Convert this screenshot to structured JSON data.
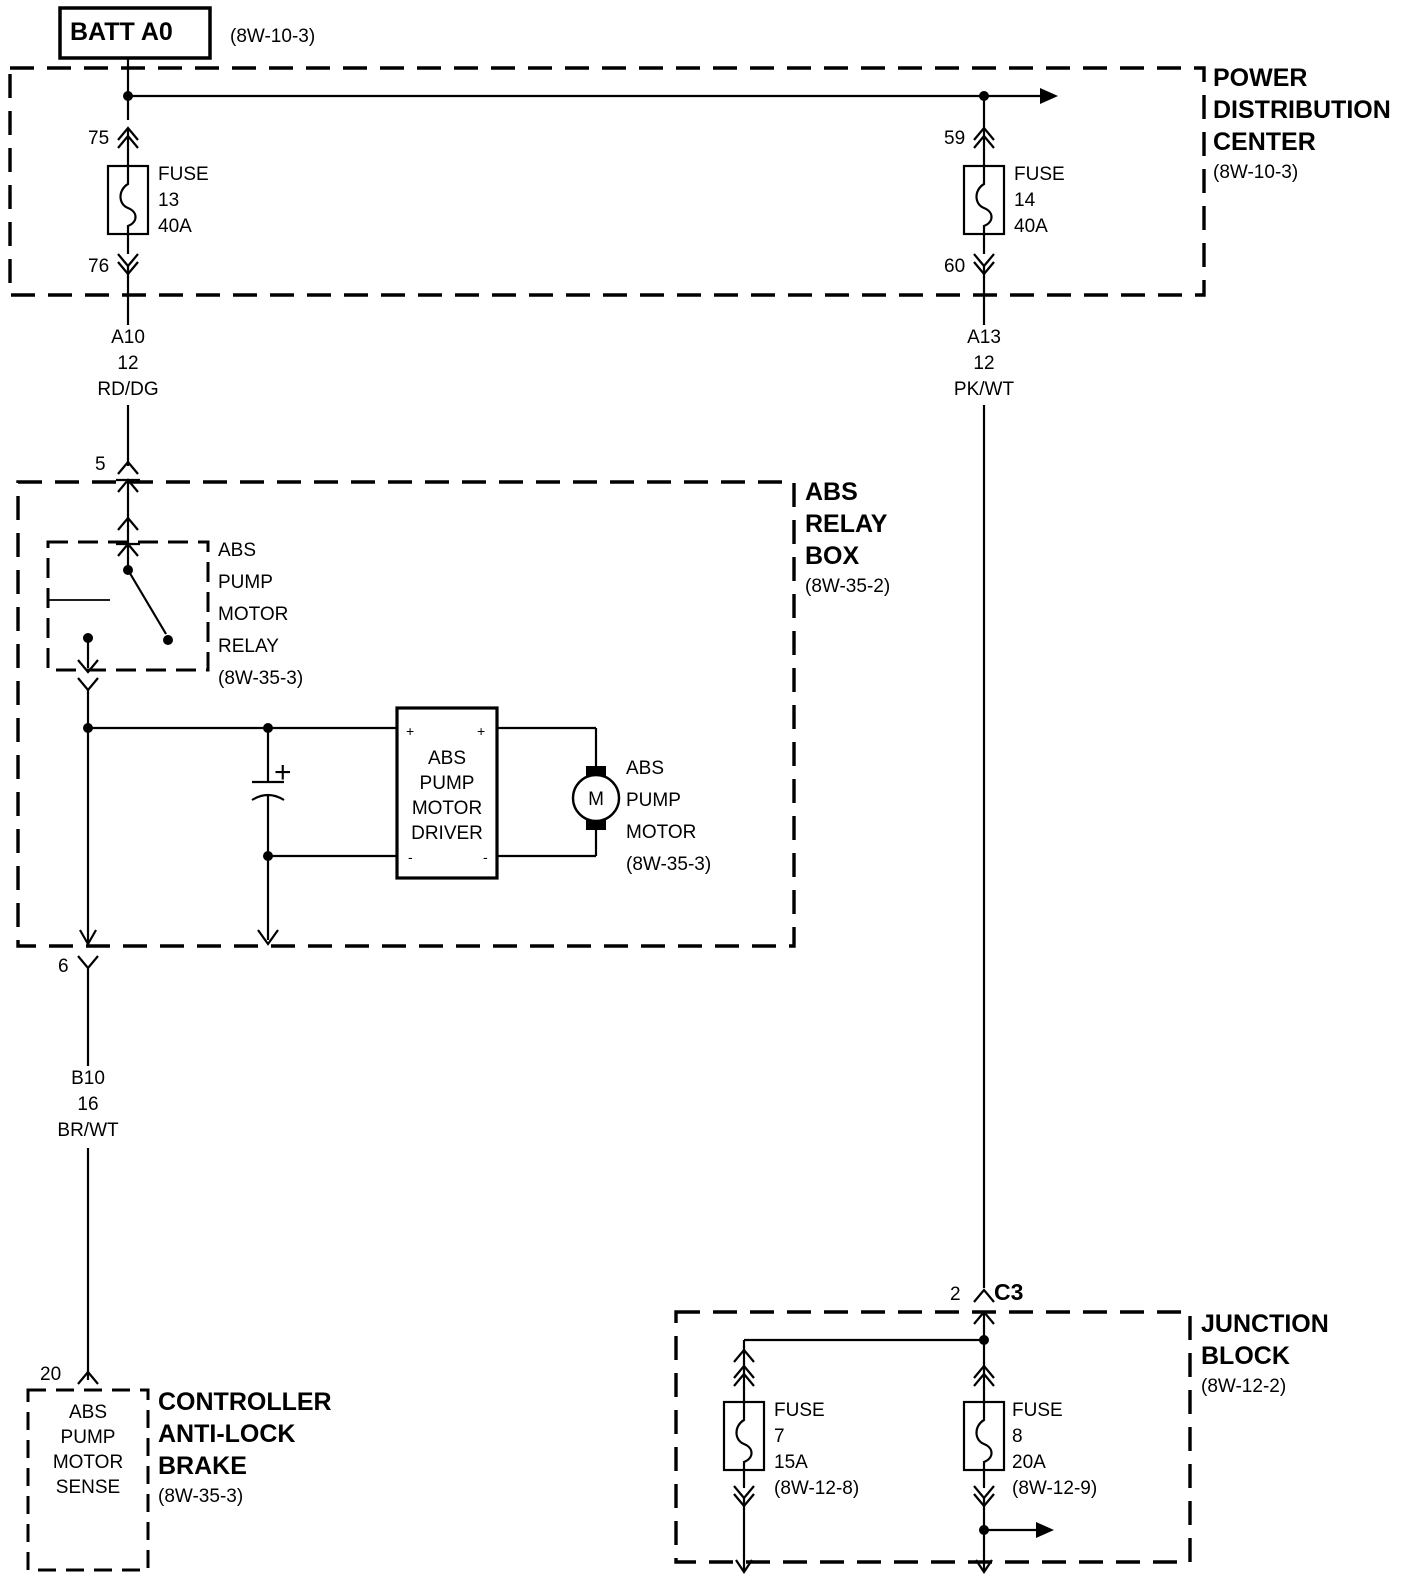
{
  "battery": {
    "label": "BATT A0",
    "ref": "(8W-10-3)"
  },
  "pdc": {
    "title": [
      "POWER",
      "DISTRIBUTION",
      "CENTER"
    ],
    "ref": "(8W-10-3)",
    "fuse13": {
      "lines": [
        "FUSE",
        "13",
        "40A"
      ],
      "pin_top": "75",
      "pin_bottom": "76"
    },
    "fuse14": {
      "lines": [
        "FUSE",
        "14",
        "40A"
      ],
      "pin_top": "59",
      "pin_bottom": "60"
    }
  },
  "wires": {
    "a10": [
      "A10",
      "12",
      "RD/DG"
    ],
    "a13": [
      "A13",
      "12",
      "PK/WT"
    ],
    "b10": [
      "B10",
      "16",
      "BR/WT"
    ]
  },
  "relay_box": {
    "title": [
      "ABS",
      "RELAY",
      "BOX"
    ],
    "ref": "(8W-35-2)",
    "pin_in": "5",
    "pin_out": "6",
    "relay": {
      "lines": [
        "ABS",
        "PUMP",
        "MOTOR",
        "RELAY"
      ],
      "ref": "(8W-35-3)"
    },
    "capacitor": {
      "plus": "+"
    },
    "driver": {
      "lines": [
        "ABS",
        "PUMP",
        "MOTOR",
        "DRIVER"
      ],
      "plus": "+",
      "minus": "-"
    },
    "motor": {
      "symbol": "M",
      "lines": [
        "ABS",
        "PUMP",
        "MOTOR"
      ],
      "ref": "(8W-35-3)"
    }
  },
  "controller": {
    "pin": "20",
    "inner": [
      "ABS",
      "PUMP",
      "MOTOR",
      "SENSE"
    ],
    "title": [
      "CONTROLLER",
      "ANTI-LOCK",
      "BRAKE"
    ],
    "ref": "(8W-35-3)"
  },
  "junction_block": {
    "title": [
      "JUNCTION",
      "BLOCK"
    ],
    "ref": "(8W-12-2)",
    "connector": "C3",
    "pin": "2",
    "fuse7": {
      "lines": [
        "FUSE",
        "7",
        "15A"
      ],
      "ref": "(8W-12-8)"
    },
    "fuse8": {
      "lines": [
        "FUSE",
        "8",
        "20A"
      ],
      "ref": "(8W-12-9)"
    }
  },
  "colors": {
    "line": "#000000",
    "background": "#ffffff"
  }
}
